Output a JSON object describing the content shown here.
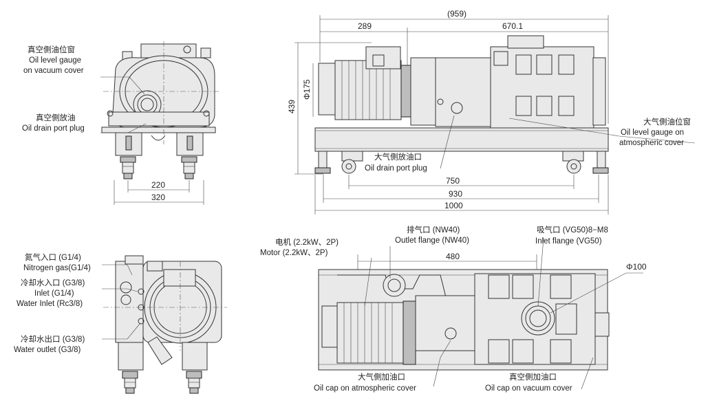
{
  "labels": {
    "oil_window_vac_cn": "真空側油位窗",
    "oil_window_vac_en1": "Oil level gauge",
    "oil_window_vac_en2": "on vacuum cover",
    "oil_drain_vac_cn": "真空側放油",
    "oil_drain_vac_en": "Oil drain port plug",
    "oil_window_atm_cn": "大气側油位窗",
    "oil_window_atm_en1": "Oil level gauge on",
    "oil_window_atm_en2": "atmospheric cover",
    "oil_drain_atm_cn": "大气側放油口",
    "oil_drain_atm_en": "Oil drain port plug",
    "nitrogen_cn": "氮气入口 (G1/4)",
    "nitrogen_en": "Nitrogen gas(G1/4)",
    "water_in_cn": "冷却水入口 (G3/8)",
    "water_in_en1": "Inlet (G1/4)",
    "water_in_en2": "Water Inlet (Rc3/8)",
    "water_out_cn": "冷却水出口 (G3/8)",
    "water_out_en": "Water outlet (G3/8)",
    "motor_cn": "电机 (2.2kW、2P)",
    "motor_en": "Motor (2.2kW、2P)",
    "outlet_cn": "排气口 (NW40)",
    "outlet_en": "Outlet flange (NW40)",
    "inlet_cn": "吸气口 (VG50)8−M8",
    "inlet_en": "Inlet flange (VG50)",
    "oilcap_atm_cn": "大气側加油口",
    "oilcap_atm_en": "Oil cap on atmospheric cover",
    "oilcap_vac_cn": "真空側加油口",
    "oilcap_vac_en": "Oil cap on vacuum cover"
  },
  "dimensions": {
    "front_220": "220",
    "front_320": "320",
    "total_959": "(959)",
    "d289": "289",
    "d670": "670.1",
    "h439": "439",
    "phi175": "Φ175",
    "d750": "750",
    "d930": "930",
    "d1000": "1000",
    "d480": "480",
    "phi100": "Φ100"
  }
}
